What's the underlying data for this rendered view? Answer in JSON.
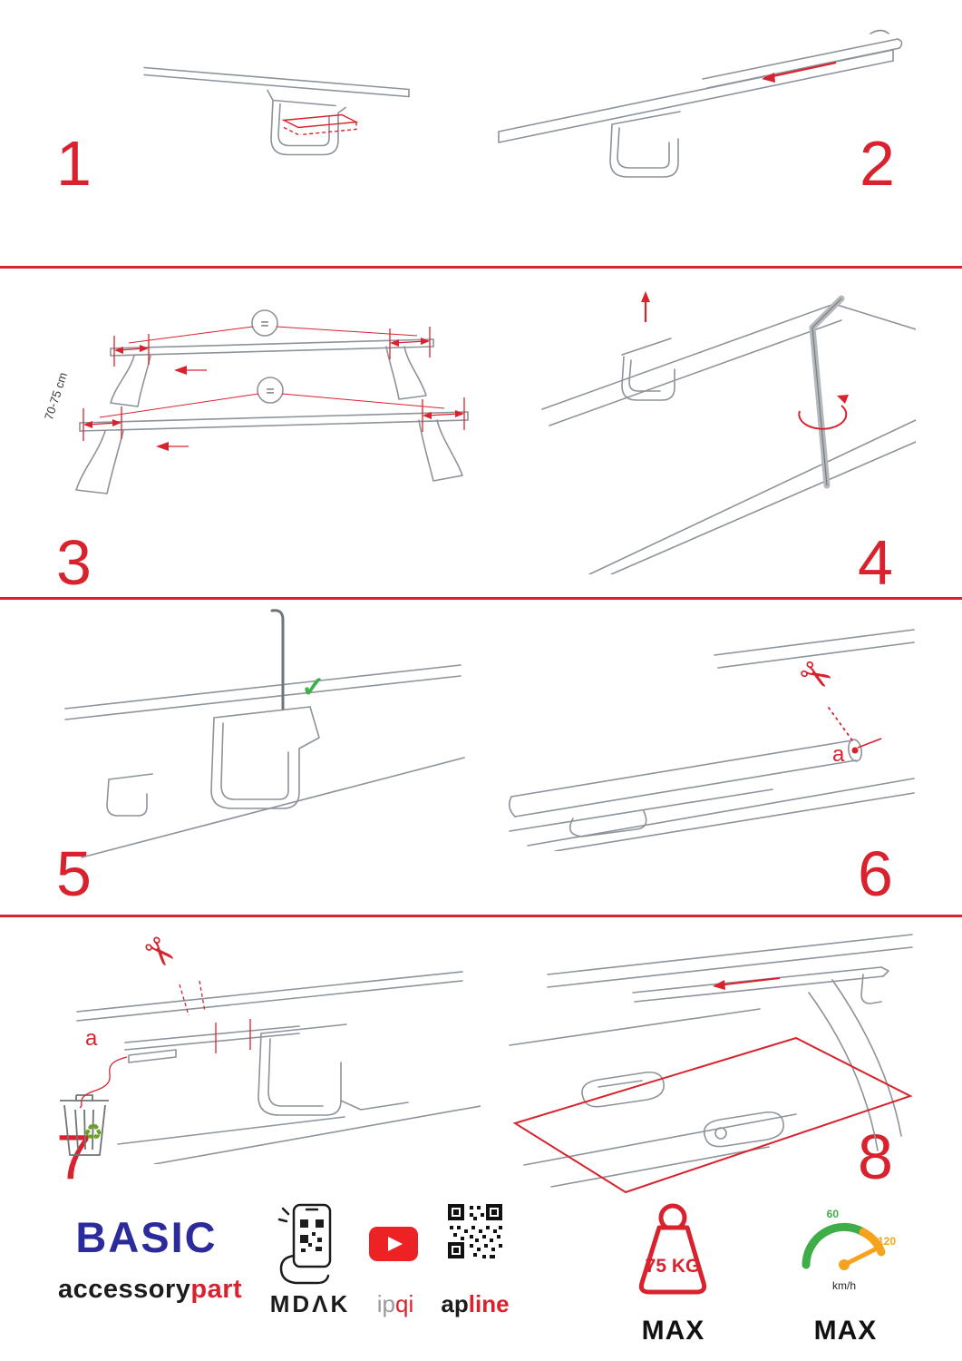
{
  "colors": {
    "accent_red": "#d8232e",
    "brand_blue": "#2b2b9b",
    "youtube_red": "#ed2224",
    "gauge_green": "#3fae49",
    "gauge_orange": "#f6a21d",
    "check_green": "#3db24a",
    "recycle_green": "#6aa21e",
    "sketch_gray": "#8d939a"
  },
  "steps": [
    {
      "number": "1"
    },
    {
      "number": "2"
    },
    {
      "number": "3",
      "dimension_label": "70-75 cm",
      "equal_symbol": "="
    },
    {
      "number": "4"
    },
    {
      "number": "5",
      "check_icon": "✓"
    },
    {
      "number": "6",
      "part_label": "a",
      "scissors_icon": "✂"
    },
    {
      "number": "7",
      "part_label": "a",
      "scissors_icon": "✂",
      "recycle_icon": "♻"
    },
    {
      "number": "8"
    }
  ],
  "footer": {
    "brand": {
      "title": "BASIC",
      "sub_left": "accessory",
      "sub_right": "part"
    },
    "partners": {
      "mdak": "MDΛK",
      "ipqi_left": "ip",
      "ipqi_right": "qi",
      "apline_left": "ap",
      "apline_right": "line"
    },
    "weight": {
      "value": "75 KG",
      "max": "MAX"
    },
    "speed": {
      "low": "60",
      "high": "120",
      "unit": "km/h",
      "max": "MAX"
    }
  }
}
